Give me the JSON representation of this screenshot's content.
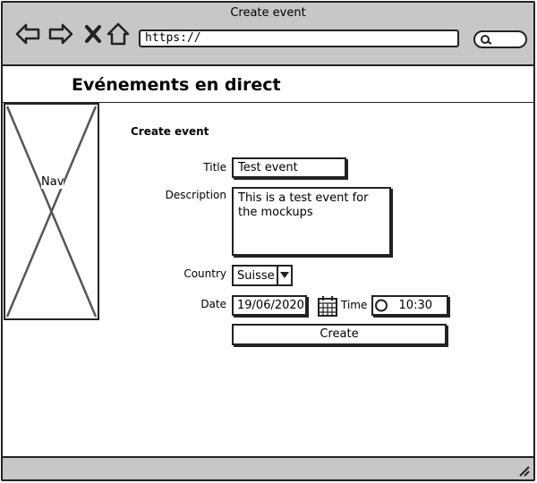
{
  "window": {
    "title": "Create event"
  },
  "browser": {
    "url": "https://"
  },
  "header": {
    "title": "Evénements en direct"
  },
  "nav": {
    "label": "Nav"
  },
  "form": {
    "section_title": "Create event",
    "title_label": "Title",
    "title_value": "Test event",
    "description_label": "Description",
    "description_value": "This is a test event for the mockups",
    "country_label": "Country",
    "country_value": "Suisse",
    "date_label": "Date",
    "date_value": "19/06/2020",
    "time_label": "Time",
    "time_value": "10:30",
    "submit_label": "Create"
  },
  "icons": {
    "back": "back-arrow-icon",
    "forward": "forward-arrow-icon",
    "stop": "close-icon",
    "home": "home-icon",
    "search": "search-icon",
    "calendar": "calendar-icon",
    "clock": "clock-icon",
    "dropdown": "chevron-down-icon",
    "resize": "resize-grip-icon"
  }
}
